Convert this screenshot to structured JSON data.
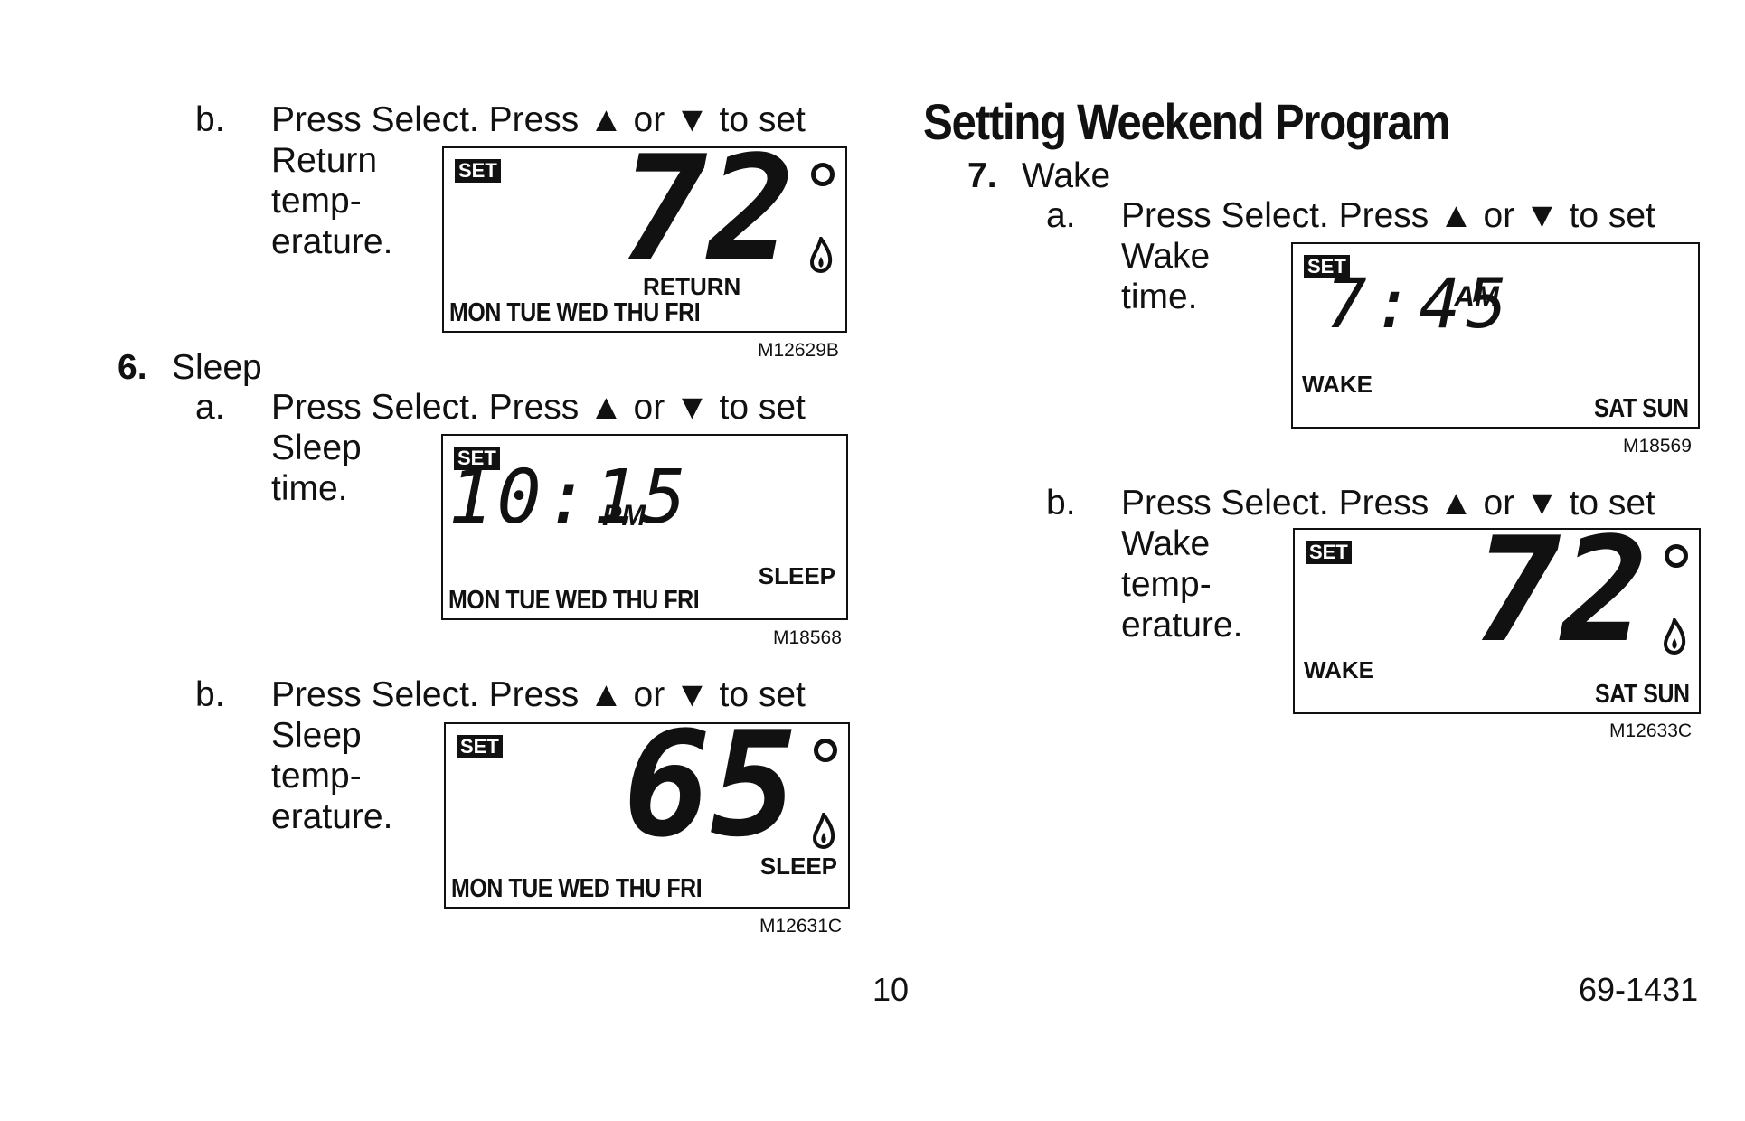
{
  "page": {
    "number": "10",
    "doc_code": "69-1431",
    "heading": "Setting Weekend Program",
    "step_5b": {
      "letter": "b.",
      "instruction": "Press Select. Press ▲ or ▼ to set",
      "line1": "Return",
      "line2": "temp-",
      "line3": "erature.",
      "display": {
        "set": "SET",
        "digits": "72",
        "mode": "RETURN",
        "days": "MON TUE WED THU FRI",
        "icon": "flame-icon",
        "code": "M12629B"
      }
    },
    "step_6": {
      "number": "6.",
      "title": "Sleep",
      "a": {
        "letter": "a.",
        "instruction": "Press Select. Press ▲ or ▼ to set",
        "line1": "Sleep",
        "line2": "time.",
        "display": {
          "set": "SET",
          "time": "10:15",
          "ampm": "PM",
          "mode": "SLEEP",
          "days": "MON TUE WED THU FRI",
          "code": "M18568"
        }
      },
      "b": {
        "letter": "b.",
        "instruction": "Press Select. Press ▲ or ▼ to set",
        "line1": "Sleep",
        "line2": "temp-",
        "line3": "erature.",
        "display": {
          "set": "SET",
          "digits": "65",
          "mode": "SLEEP",
          "days": "MON TUE WED THU FRI",
          "icon": "flame-icon",
          "code": "M12631C"
        }
      }
    },
    "step_7": {
      "number": "7.",
      "title": "Wake",
      "a": {
        "letter": "a.",
        "instruction": "Press Select. Press ▲ or ▼ to set",
        "line1": "Wake",
        "line2": "time.",
        "display": {
          "set": "SET",
          "time": "7:45",
          "ampm": "AM",
          "mode": "WAKE",
          "days": "SAT SUN",
          "code": "M18569"
        }
      },
      "b": {
        "letter": "b.",
        "instruction": "Press Select. Press ▲ or ▼ to set",
        "line1": "Wake",
        "line2": "temp-",
        "line3": "erature.",
        "display": {
          "set": "SET",
          "digits": "72",
          "mode": "WAKE",
          "days": "SAT SUN",
          "icon": "flame-icon",
          "code": "M12633C"
        }
      }
    }
  }
}
